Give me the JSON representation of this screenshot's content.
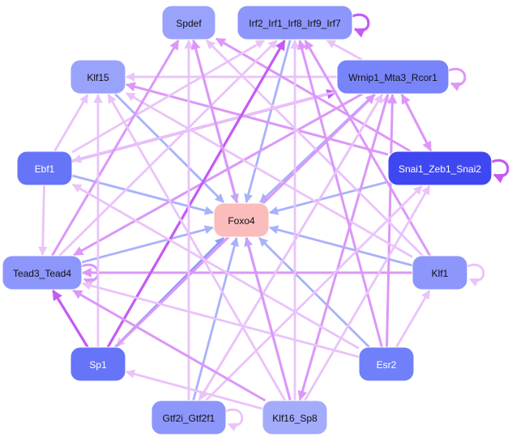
{
  "diagram": {
    "type": "gene-regulatory-network",
    "colors": {
      "edge_light": "#e9c3fa",
      "edge_medium": "#dc97f8",
      "edge_strong": "#c45af5",
      "edge_blue": "#a8b2fb",
      "edge_blue_strong": "#8f9cf8",
      "node_border": "#ffffff"
    },
    "nodes": [
      {
        "id": "Spdef",
        "label": "Spdef",
        "fill": "#9aa3fb",
        "text": "#111111"
      },
      {
        "id": "Irf",
        "label": "Irf2_Irf1_Irf8_Irf9_Irf7",
        "fill": "#8c96fb",
        "text": "#111111"
      },
      {
        "id": "Klf15",
        "label": "Klf15",
        "fill": "#9aa3fb",
        "text": "#111111"
      },
      {
        "id": "Wrnip1",
        "label": "Wrnip1_Mta3_Rcor1",
        "fill": "#7884fa",
        "text": "#111111"
      },
      {
        "id": "Ebf1",
        "label": "Ebf1",
        "fill": "#6674f8",
        "text": "#ffffff"
      },
      {
        "id": "Snai1",
        "label": "Snai1_Zeb1_Snai2",
        "fill": "#3f47f0",
        "text": "#ffffff"
      },
      {
        "id": "Foxo4",
        "label": "Foxo4",
        "fill": "#fbbcbc",
        "text": "#111111"
      },
      {
        "id": "Tead3",
        "label": "Tead3_Tead4",
        "fill": "#8c96fb",
        "text": "#111111"
      },
      {
        "id": "Klf1",
        "label": "Klf1",
        "fill": "#8c96fb",
        "text": "#111111"
      },
      {
        "id": "Sp1",
        "label": "Sp1",
        "fill": "#6674f8",
        "text": "#ffffff"
      },
      {
        "id": "Esr2",
        "label": "Esr2",
        "fill": "#7080fa",
        "text": "#ffffff"
      },
      {
        "id": "Gtf2i",
        "label": "Gtf2i_Gtf2f1",
        "fill": "#8c96fb",
        "text": "#111111"
      },
      {
        "id": "Klf16",
        "label": "Klf16_Sp8",
        "fill": "#a3abfb",
        "text": "#111111"
      }
    ],
    "edges": [
      {
        "from": "Spdef",
        "to": "Foxo4",
        "color": "edge_blue"
      },
      {
        "from": "Irf",
        "to": "Foxo4",
        "color": "edge_blue"
      },
      {
        "from": "Klf15",
        "to": "Foxo4",
        "color": "edge_blue"
      },
      {
        "from": "Wrnip1",
        "to": "Foxo4",
        "color": "edge_blue"
      },
      {
        "from": "Ebf1",
        "to": "Foxo4",
        "color": "edge_blue"
      },
      {
        "from": "Snai1",
        "to": "Foxo4",
        "color": "edge_blue"
      },
      {
        "from": "Tead3",
        "to": "Foxo4",
        "color": "edge_blue"
      },
      {
        "from": "Klf1",
        "to": "Foxo4",
        "color": "edge_blue"
      },
      {
        "from": "Sp1",
        "to": "Foxo4",
        "color": "edge_blue_strong"
      },
      {
        "from": "Esr2",
        "to": "Foxo4",
        "color": "edge_blue"
      },
      {
        "from": "Gtf2i",
        "to": "Foxo4",
        "color": "edge_blue"
      },
      {
        "from": "Klf16",
        "to": "Foxo4",
        "color": "edge_blue"
      },
      {
        "from": "Irf",
        "to": "Irf",
        "color": "edge_strong"
      },
      {
        "from": "Wrnip1",
        "to": "Wrnip1",
        "color": "edge_medium"
      },
      {
        "from": "Snai1",
        "to": "Snai1",
        "color": "edge_strong"
      },
      {
        "from": "Tead3",
        "to": "Tead3",
        "color": "edge_medium"
      },
      {
        "from": "Klf1",
        "to": "Klf1",
        "color": "edge_light"
      },
      {
        "from": "Gtf2i",
        "to": "Gtf2i",
        "color": "edge_light"
      },
      {
        "from": "Wrnip1",
        "to": "Irf",
        "color": "edge_light"
      },
      {
        "from": "Wrnip1",
        "to": "Klf15",
        "color": "edge_light"
      },
      {
        "from": "Wrnip1",
        "to": "Snai1",
        "color": "edge_medium"
      },
      {
        "from": "Snai1",
        "to": "Wrnip1",
        "color": "edge_medium"
      },
      {
        "from": "Wrnip1",
        "to": "Tead3",
        "color": "edge_medium"
      },
      {
        "from": "Wrnip1",
        "to": "Sp1",
        "color": "edge_light"
      },
      {
        "from": "Wrnip1",
        "to": "Gtf2i",
        "color": "edge_light"
      },
      {
        "from": "Ebf1",
        "to": "Wrnip1",
        "color": "edge_strong"
      },
      {
        "from": "Wrnip1",
        "to": "Ebf1",
        "color": "edge_light"
      },
      {
        "from": "Klf16",
        "to": "Wrnip1",
        "color": "edge_light"
      },
      {
        "from": "Esr2",
        "to": "Wrnip1",
        "color": "edge_medium"
      },
      {
        "from": "Wrnip1",
        "to": "Klf16",
        "color": "edge_medium"
      },
      {
        "from": "Snai1",
        "to": "Klf15",
        "color": "edge_medium"
      },
      {
        "from": "Snai1",
        "to": "Spdef",
        "color": "edge_medium"
      },
      {
        "from": "Klf1",
        "to": "Irf",
        "color": "edge_medium"
      },
      {
        "from": "Klf1",
        "to": "Spdef",
        "color": "edge_light"
      },
      {
        "from": "Klf1",
        "to": "Tead3",
        "color": "edge_medium"
      },
      {
        "from": "Klf1",
        "to": "Klf15",
        "color": "edge_light"
      },
      {
        "from": "Ebf1",
        "to": "Klf15",
        "color": "edge_light"
      },
      {
        "from": "Ebf1",
        "to": "Tead3",
        "color": "edge_light"
      },
      {
        "from": "Ebf1",
        "to": "Irf",
        "color": "edge_light"
      },
      {
        "from": "Tead3",
        "to": "Spdef",
        "color": "edge_medium"
      },
      {
        "from": "Tead3",
        "to": "Irf",
        "color": "edge_light"
      },
      {
        "from": "Sp1",
        "to": "Klf15",
        "color": "edge_light"
      },
      {
        "from": "Sp1",
        "to": "Tead3",
        "color": "edge_strong"
      },
      {
        "from": "Sp1",
        "to": "Irf",
        "color": "edge_strong"
      },
      {
        "from": "Sp1",
        "to": "Wrnip1",
        "color": "edge_medium"
      },
      {
        "from": "Esr2",
        "to": "Klf1",
        "color": "edge_light"
      },
      {
        "from": "Esr2",
        "to": "Tead3",
        "color": "edge_light"
      },
      {
        "from": "Esr2",
        "to": "Irf",
        "color": "edge_medium"
      },
      {
        "from": "Esr2",
        "to": "Ebf1",
        "color": "edge_light"
      },
      {
        "from": "Gtf2i",
        "to": "Spdef",
        "color": "edge_light"
      },
      {
        "from": "Gtf2i",
        "to": "Snai1",
        "color": "edge_light"
      },
      {
        "from": "Gtf2i",
        "to": "Wrnip1",
        "color": "edge_light"
      },
      {
        "from": "Klf16",
        "to": "Tead3",
        "color": "edge_medium"
      },
      {
        "from": "Klf16",
        "to": "Spdef",
        "color": "edge_medium"
      },
      {
        "from": "Klf16",
        "to": "Irf",
        "color": "edge_light"
      },
      {
        "from": "Klf16",
        "to": "Snai1",
        "color": "edge_light"
      },
      {
        "from": "Klf16",
        "to": "Klf15",
        "color": "edge_light"
      },
      {
        "from": "Klf16",
        "to": "Sp1",
        "color": "edge_light"
      }
    ]
  }
}
